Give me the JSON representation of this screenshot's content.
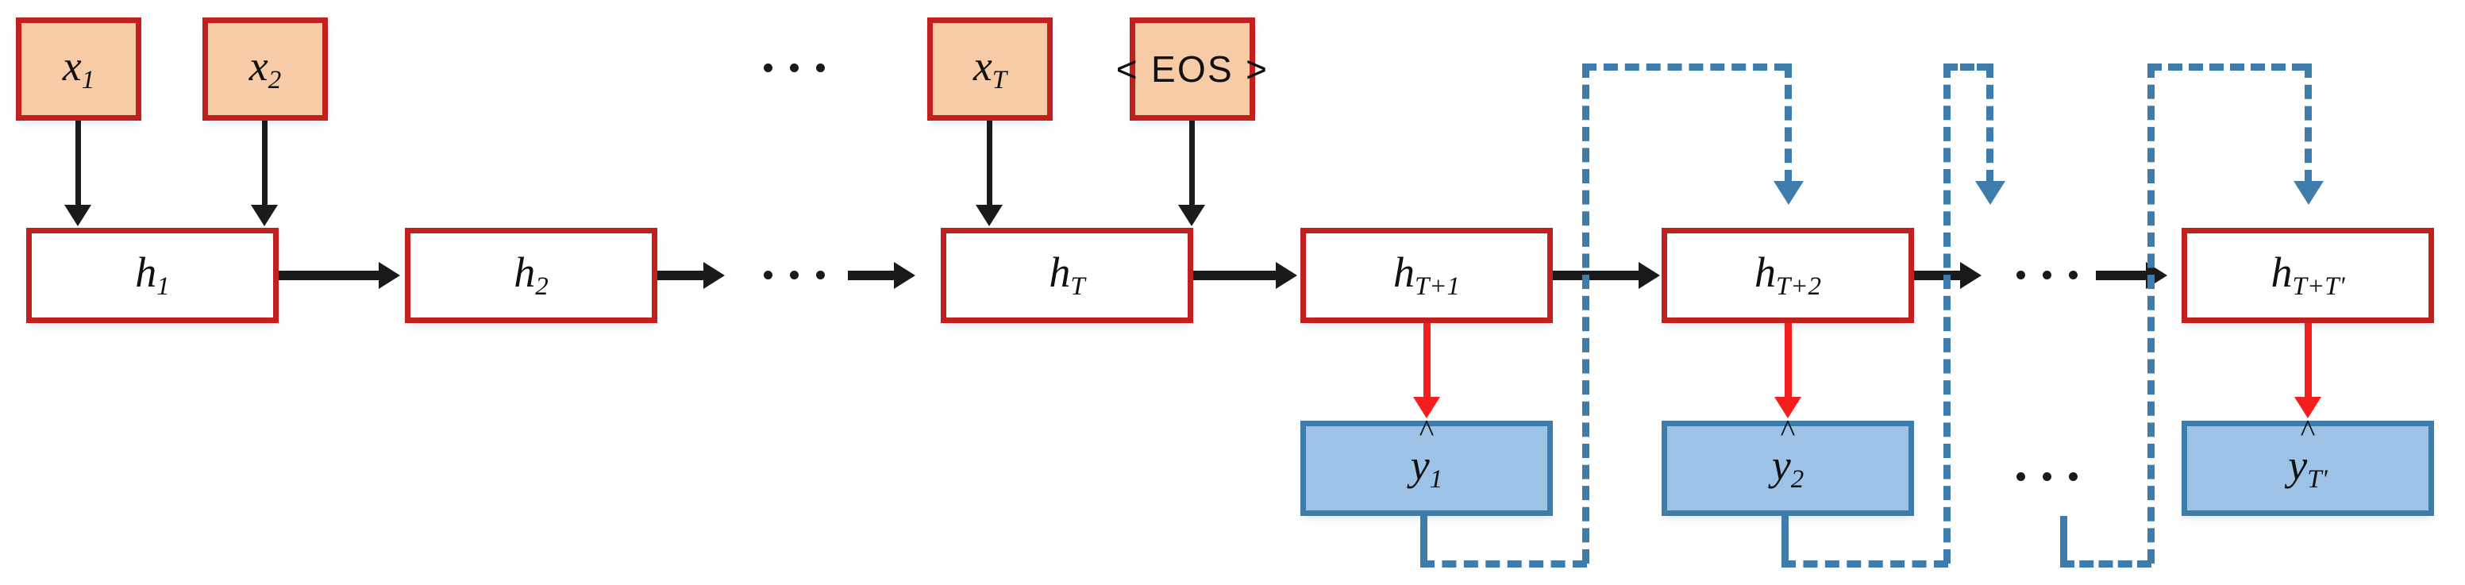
{
  "figure": {
    "title": "Encoder-Decoder Recurrent Neural Network (sequence-to-sequence) unrolled diagram",
    "colors": {
      "input_fill": "#F7CBA6",
      "input_border": "#C2201E",
      "hidden_fill": "#FFFFFF",
      "hidden_border": "#C2201E",
      "output_fill": "#9CC3E5",
      "output_border": "#3E7CAC",
      "arrow_black": "#1A1A1A",
      "arrow_red": "#F41E1E",
      "arrow_blue_dashed": "#3E7CAC"
    }
  },
  "inputs": [
    {
      "base": "x",
      "sub": "1",
      "plain": "x₁"
    },
    {
      "base": "x",
      "sub": "2",
      "plain": "x₂"
    },
    {
      "base": "x",
      "sub": "T",
      "plain": "x_T"
    },
    {
      "eos": "< EOS >"
    }
  ],
  "hidden": [
    {
      "base": "h",
      "sub": "1",
      "plain": "h₁"
    },
    {
      "base": "h",
      "sub": "2",
      "plain": "h₂"
    },
    {
      "base": "h",
      "sub": "T",
      "plain": "h_T"
    },
    {
      "base": "h",
      "sub": "T+1",
      "plain": "h_{T+1}"
    },
    {
      "base": "h",
      "sub": "T+2",
      "plain": "h_{T+2}"
    },
    {
      "base": "h",
      "sub": "T+T'",
      "plain": "h_{T+T'}"
    }
  ],
  "outputs": [
    {
      "base": "y",
      "sub": "1",
      "hat": "^",
      "plain": "ŷ₁"
    },
    {
      "base": "y",
      "sub": "2",
      "hat": "^",
      "plain": "ŷ₂"
    },
    {
      "base": "y",
      "sub": "T'",
      "hat": "^",
      "plain": "ŷ_{T'}"
    }
  ],
  "ellipses": {
    "input_row": "· · ·",
    "hidden_row": "· · ·",
    "hidden_row_right": "· · ·",
    "output_row": "· · ·"
  }
}
